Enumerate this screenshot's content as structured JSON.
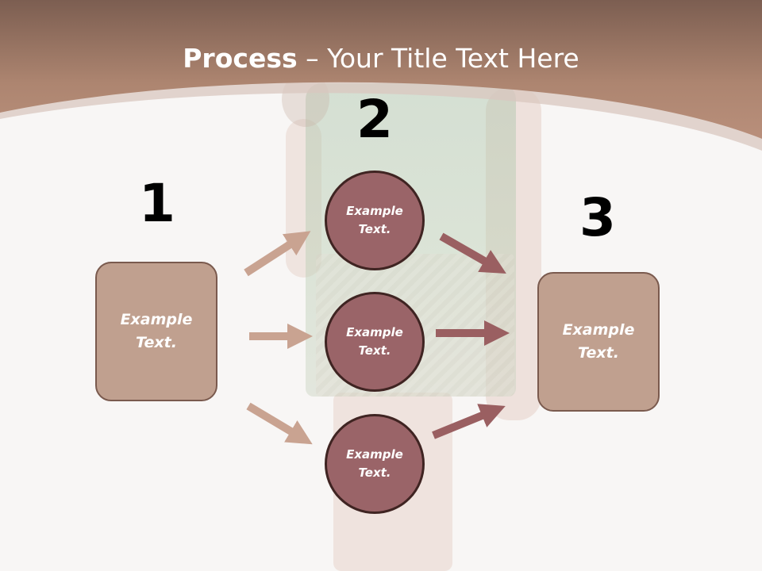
{
  "title": {
    "bold": "Process",
    "rest": " – Your Title Text Here"
  },
  "steps": {
    "one": "1",
    "two": "2",
    "three": "3"
  },
  "left_box": {
    "line1": "Example",
    "line2": "Text."
  },
  "right_box": {
    "line1": "Example",
    "line2": "Text."
  },
  "circles": [
    {
      "line1": "Example",
      "line2": "Text."
    },
    {
      "line1": "Example",
      "line2": "Text."
    },
    {
      "line1": "Example",
      "line2": "Text."
    }
  ],
  "colors": {
    "header": "#b48a76",
    "box_fill": "#c0a08f",
    "circle_fill": "#9a6468",
    "arrow_light": "#c9a391",
    "arrow_dark": "#9a5f61"
  }
}
